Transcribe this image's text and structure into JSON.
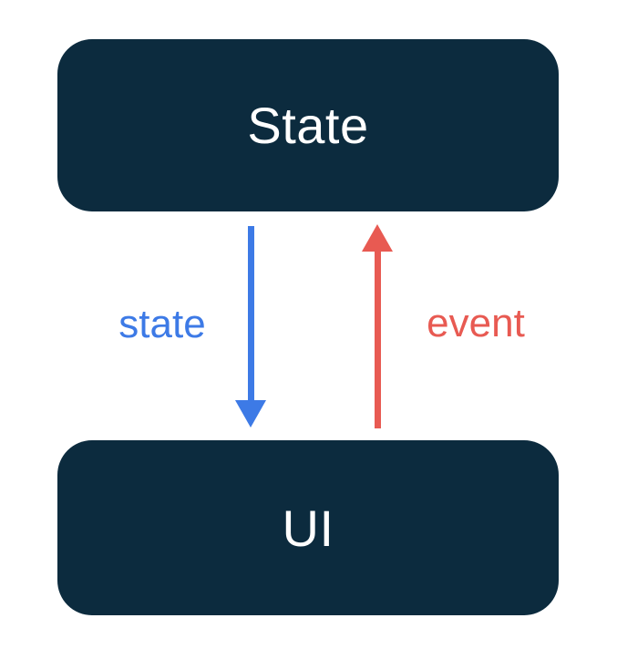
{
  "diagram": {
    "nodes": {
      "state": {
        "label": "State"
      },
      "ui": {
        "label": "UI"
      }
    },
    "edges": {
      "state": {
        "label": "state",
        "direction": "down",
        "from": "State",
        "to": "UI",
        "color": "#3D7AE6"
      },
      "event": {
        "label": "event",
        "direction": "up",
        "from": "UI",
        "to": "State",
        "color": "#E85A52"
      }
    },
    "colors": {
      "node_background": "#0C2B3E",
      "node_text": "#FFFFFF",
      "state_arrow": "#3D7AE6",
      "event_arrow": "#E85A52",
      "canvas_background": "#FFFFFF"
    }
  }
}
